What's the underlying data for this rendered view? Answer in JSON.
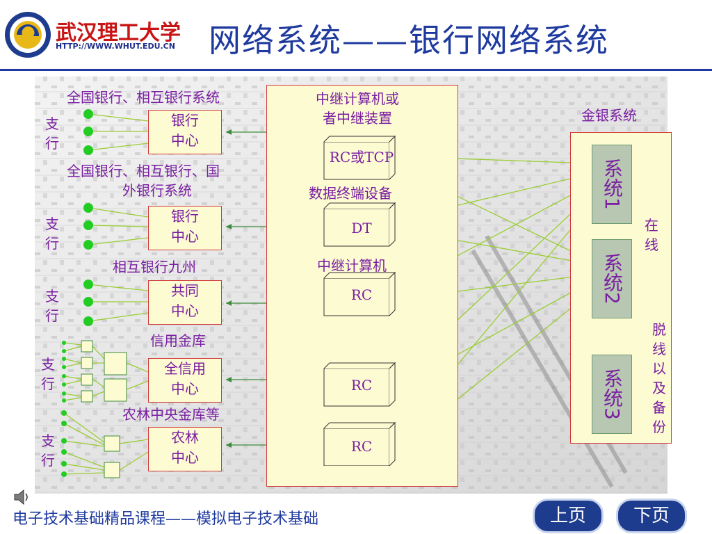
{
  "header": {
    "title": "网络系统——银行网络系统",
    "logo_name": "武汉理工大学",
    "logo_url": "HTTP://WWW.WHUT.EDU.CN"
  },
  "groups": [
    {
      "caption": "全国银行、相互银行系统",
      "branch_label": "支行",
      "center_line1": "银行",
      "center_line2": "中心"
    },
    {
      "caption": "全国银行、相互银行、国外银行系统",
      "caption_line1": "全国银行、相互银行、国",
      "caption_line2": "外银行系统",
      "branch_label": "支行",
      "center_line1": "银行",
      "center_line2": "中心"
    },
    {
      "caption": "相互银行九州",
      "branch_label": "支行",
      "center_line1": "共同",
      "center_line2": "中心"
    },
    {
      "caption": "信用金库",
      "branch_label": "支行",
      "center_line1": "全信用",
      "center_line2": "中心"
    },
    {
      "caption": "农林中央金库等",
      "branch_label": "支行",
      "center_line1": "农林",
      "center_line2": "中心"
    }
  ],
  "relay": {
    "devices": [
      {
        "caption_line1": "中继计算机或",
        "caption_line2": "者中继装置",
        "label": "RC或TCP"
      },
      {
        "caption": "数据终端设备",
        "label": "DT"
      },
      {
        "caption": "中继计算机",
        "label": "RC"
      },
      {
        "caption": "",
        "label": "RC"
      },
      {
        "caption": "",
        "label": "RC"
      }
    ]
  },
  "gold_system": {
    "title": "金银系统",
    "systems": [
      "系统1",
      "系统2",
      "系统3"
    ],
    "online_label": "在线",
    "offline_label": "脱线以及备份"
  },
  "footer": {
    "course": "电子技术基础精品课程——模拟电子技术基础",
    "prev": "上页",
    "next": "下页"
  }
}
